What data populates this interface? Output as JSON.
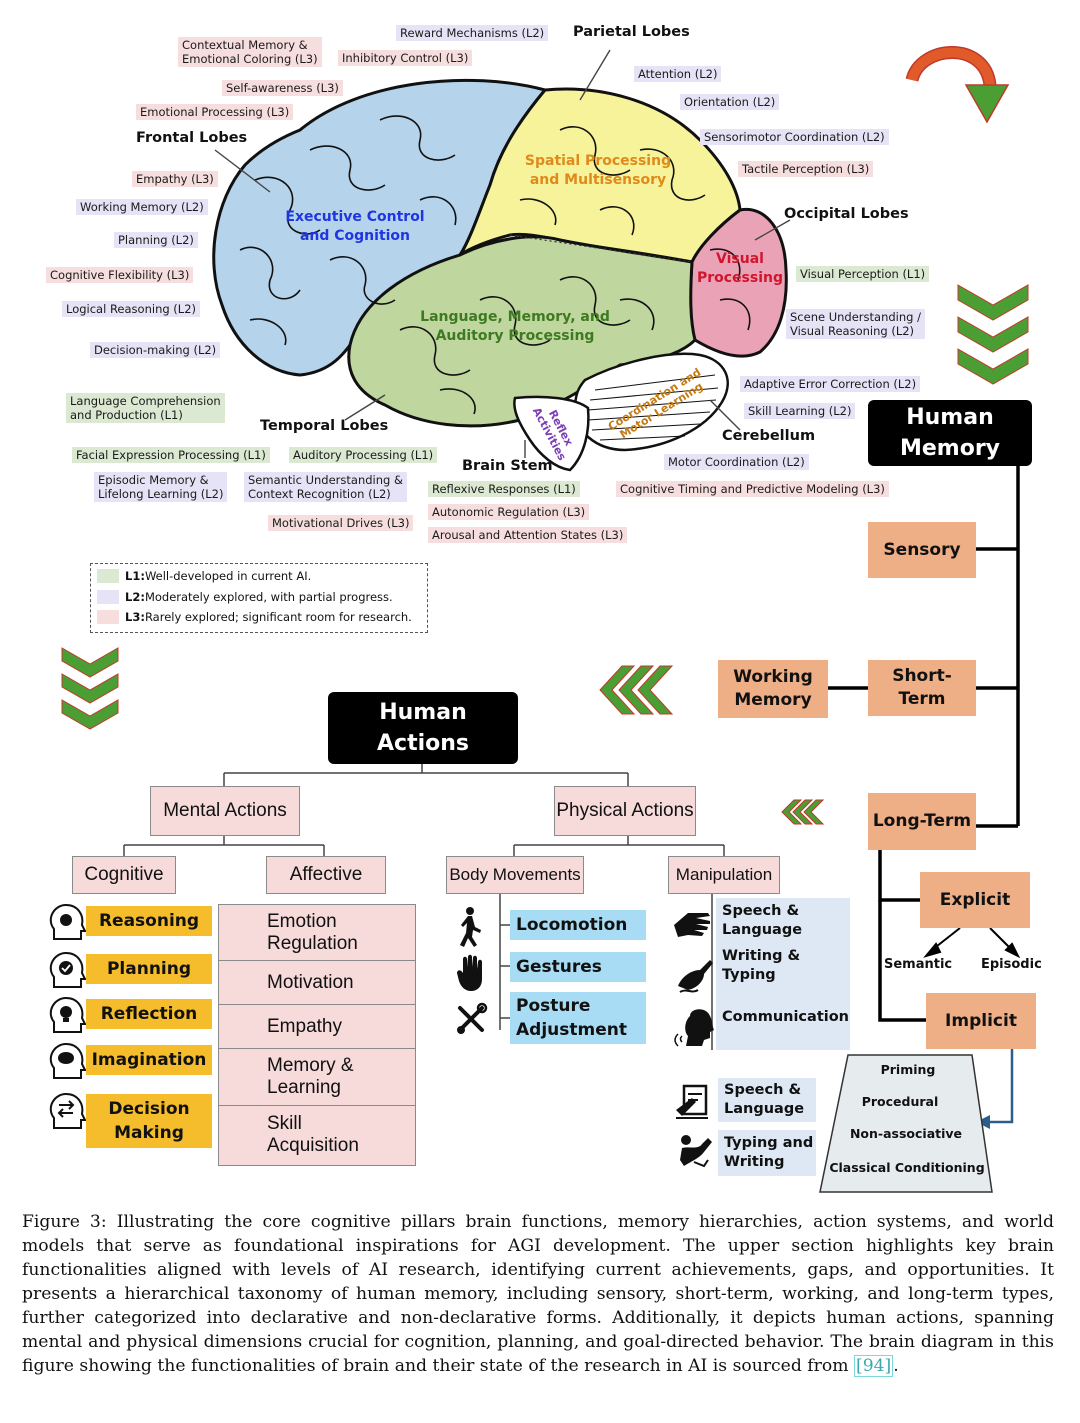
{
  "brain": {
    "region_titles": {
      "frontal": "Frontal Lobes",
      "parietal": "Parietal Lobes",
      "occipital": "Occipital Lobes",
      "temporal": "Temporal Lobes",
      "brain_stem": "Brain Stem",
      "cerebellum": "Cerebellum"
    },
    "region_labels": {
      "frontal": [
        "Executive Control",
        "and Cognition"
      ],
      "parietal": [
        "Spatial Processing",
        "and Multisensory"
      ],
      "occipital": [
        "Visual",
        "Processing"
      ],
      "temporal": [
        "Language, Memory, and",
        "Auditory Processing"
      ],
      "brain_stem": [
        "Reflex",
        "Activities"
      ],
      "cerebellum": [
        "Coordination and",
        "Motor Learning"
      ]
    },
    "region_colors": {
      "frontal": "#b5d4ec",
      "parietal": "#f6f39a",
      "occipital": "#eaa3b6",
      "temporal": "#bfd69e",
      "frontal_text": "#1f35e0",
      "parietal_text": "#e08a1c",
      "occipital_text": "#d0162e",
      "temporal_text": "#3d7a22",
      "stem_text": "#7b3fb6",
      "cerebellum_text": "#c47a10"
    },
    "tags": {
      "contextual_memory": [
        "Contextual Memory &",
        "Emotional Coloring (L3)"
      ],
      "reward_mechanisms": "Reward Mechanisms (L2)",
      "inhibitory_control": "Inhibitory Control (L3)",
      "self_awareness": "Self-awareness (L3)",
      "emotional_processing": "Emotional Processing (L3)",
      "empathy": "Empathy (L3)",
      "working_memory": "Working Memory (L2)",
      "planning": "Planning (L2)",
      "cognitive_flexibility": "Cognitive Flexibility (L3)",
      "logical_reasoning": "Logical Reasoning (L2)",
      "decision_making": "Decision-making (L2)",
      "language_comprehension": [
        "Language Comprehension",
        "and Production (L1)"
      ],
      "facial_expression": "Facial Expression Processing (L1)",
      "auditory_processing": "Auditory Processing (L1)",
      "episodic_memory": [
        "Episodic Memory &",
        "Lifelong Learning (L2)"
      ],
      "semantic_understanding": [
        "Semantic Understanding &",
        "Context Recognition (L2)"
      ],
      "motivational_drives": "Motivational Drives (L3)",
      "attention": "Attention (L2)",
      "orientation": "Orientation (L2)",
      "sensorimotor": "Sensorimotor Coordination (L2)",
      "tactile": "Tactile Perception (L3)",
      "visual_perception": "Visual Perception (L1)",
      "scene_understanding": [
        "Scene Understanding /",
        "Visual Reasoning (L2)"
      ],
      "adaptive_error": "Adaptive Error Correction (L2)",
      "skill_learning": "Skill Learning (L2)",
      "motor_coordination": "Motor Coordination (L2)",
      "cognitive_timing": "Cognitive Timing and Predictive Modeling (L3)",
      "reflexive_responses": "Reflexive Responses (L1)",
      "autonomic_regulation": "Autonomic Regulation (L3)",
      "arousal_attention": "Arousal and Attention States (L3)"
    }
  },
  "legend": {
    "l1": {
      "key": "L1:",
      "text": " Well-developed in current AI."
    },
    "l2": {
      "key": "L2:",
      "text": " Moderately explored, with partial progress."
    },
    "l3": {
      "key": "L3:",
      "text": " Rarely explored; significant room for research."
    },
    "colors": {
      "l1": "#dbe8d2",
      "l2": "#e7e3f6",
      "l3": "#f7dede"
    }
  },
  "memory": {
    "title": [
      "Human",
      "Memory"
    ],
    "sensory": "Sensory",
    "short_term": [
      "Short-",
      "Term"
    ],
    "working": [
      "Working",
      "Memory"
    ],
    "long_term": "Long-Term",
    "explicit": "Explicit",
    "semantic": "Semantic",
    "episodic": "Episodic",
    "implicit": "Implicit",
    "implicit_types": [
      "Priming",
      "Procedural",
      "Non-associative",
      "Classical Conditioning"
    ]
  },
  "actions": {
    "title": [
      "Human",
      "Actions"
    ],
    "mental": "Mental Actions",
    "physical": "Physical Actions",
    "cognitive": "Cognitive",
    "affective": "Affective",
    "body_movements": "Body Movements",
    "manipulation": "Manipulation",
    "cognitive_items": [
      "Reasoning",
      "Planning",
      "Reflection",
      "Imagination",
      [
        "Decision",
        "Making"
      ]
    ],
    "affective_items": [
      [
        "Emotion",
        "Regulation"
      ],
      [
        "Motivation"
      ],
      [
        "Empathy"
      ],
      [
        "Memory &",
        "Learning"
      ],
      [
        "Skill",
        "Acquisition"
      ]
    ],
    "body_items": [
      "Locomotion",
      "Gestures",
      [
        "Posture",
        "Adjustment"
      ]
    ],
    "manipulation_items": [
      [
        "Speech &",
        "Language"
      ],
      [
        "Writing &",
        "Typing"
      ],
      [
        "Communication"
      ]
    ],
    "manipulation_extra": [
      [
        "Speech &",
        "Language"
      ],
      [
        "Typing and",
        "Writing"
      ]
    ]
  },
  "caption": {
    "text": "Figure 3: Illustrating the core cognitive pillars brain functions, memory hierarchies, action systems, and world models that serve as foundational inspirations for AGI development. The upper section highlights key brain functionalities aligned with levels of AI research, identifying current achievements, gaps, and opportunities. It presents a hierarchical taxonomy of human memory, including sensory, short-term, working, and long-term types, further categorized into declarative and non-declarative forms. Additionally, it depicts human actions, spanning mental and physical dimensions crucial for cognition, planning, and goal-directed behavior. The brain diagram in this figure showing the functionalities of brain and their state of the research in AI is sourced from ",
    "ref": "[94]",
    "end": "."
  }
}
